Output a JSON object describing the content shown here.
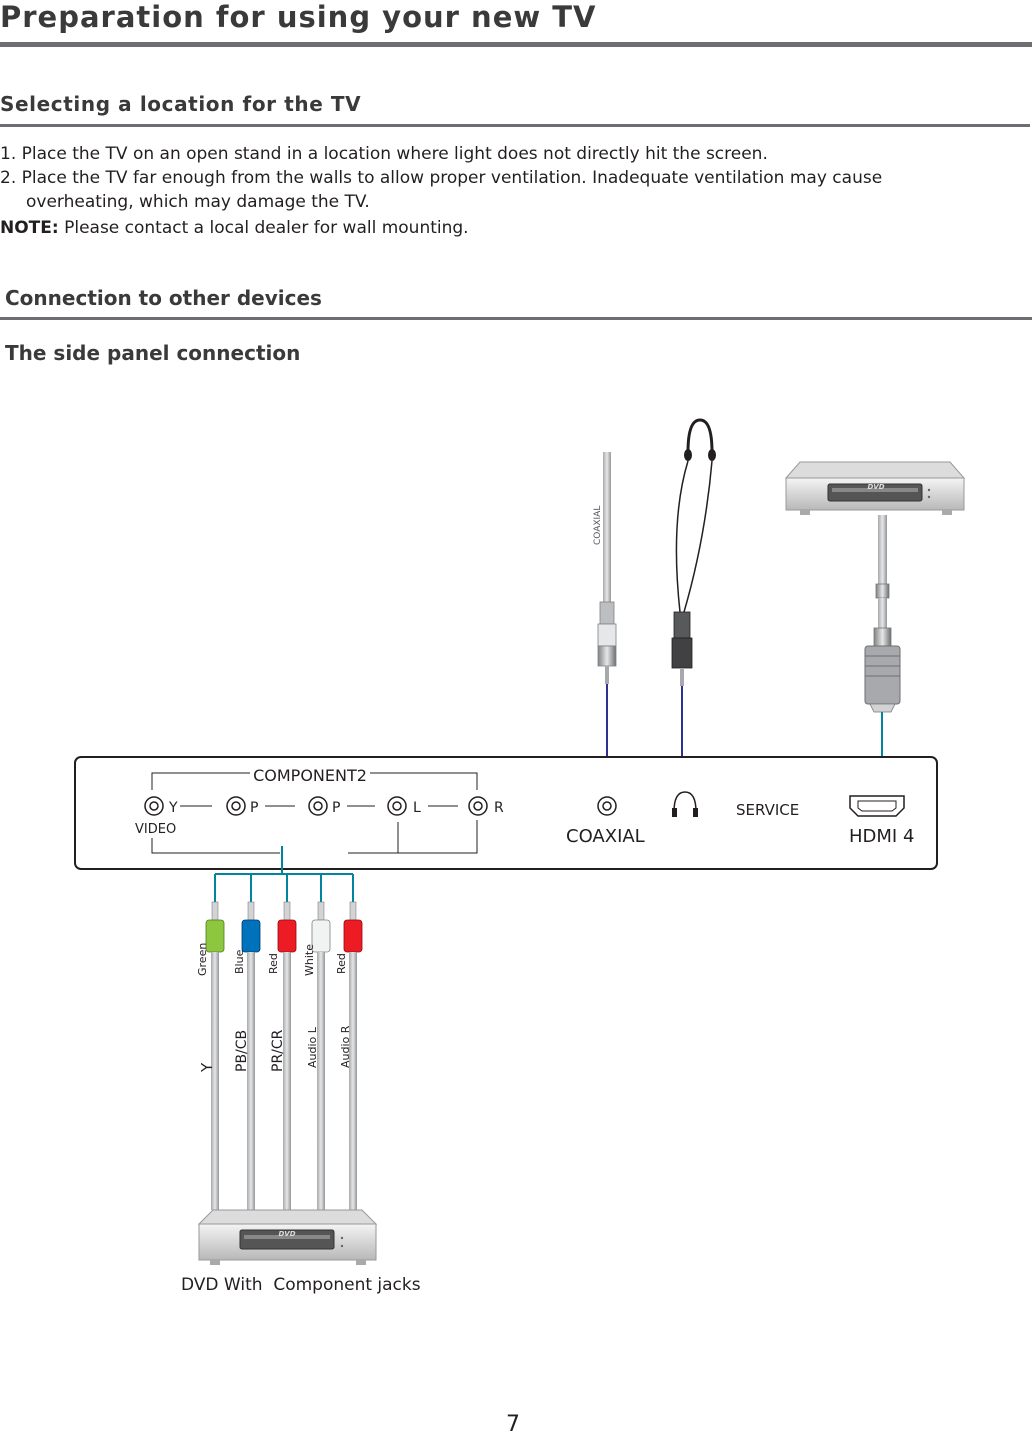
{
  "page_title": "Preparation for using your new TV",
  "section_location": {
    "heading": "Selecting a location for the TV",
    "item1": "1. Place the TV on an open stand in a location where light does not directly hit the screen.",
    "item2_line1": "2. Place the TV far enough from the walls to allow proper ventilation. Inadequate ventilation may cause",
    "item2_line2": "overheating, which may damage the TV.",
    "note_label": "NOTE:",
    "note_text": " Please contact a local dealer for wall mounting."
  },
  "section_connection": {
    "heading": "Connection to other devices",
    "subheading": "The side panel connection"
  },
  "diagram": {
    "panel": {
      "component_label": "COMPONENT2",
      "y_label": "Y",
      "pb_label": "P",
      "pr_label": "P",
      "l_label": "L",
      "r_label": "R",
      "video_label": "VIDEO",
      "coaxial_label": "COAXIAL",
      "service_label": "SERVICE",
      "hdmi_label": "HDMI 4"
    },
    "coaxial_cable_label": "COAXIAL",
    "dvd_badge": "DVD",
    "plug_colors": [
      "Green",
      "Blue",
      "Red",
      "White",
      "Red"
    ],
    "cable_labels": [
      "Y",
      "PB/CB",
      "PR/CR",
      "Audio L",
      "Audio R"
    ],
    "colors": {
      "green": "#8dc63f",
      "blue": "#0072bc",
      "red": "#ed1c24",
      "white": "#f1f2f2",
      "teal_wire": "#00849f",
      "navy_wire": "#2e3192"
    },
    "dvd_caption": "DVD With  Component jacks"
  },
  "page_number": "7"
}
